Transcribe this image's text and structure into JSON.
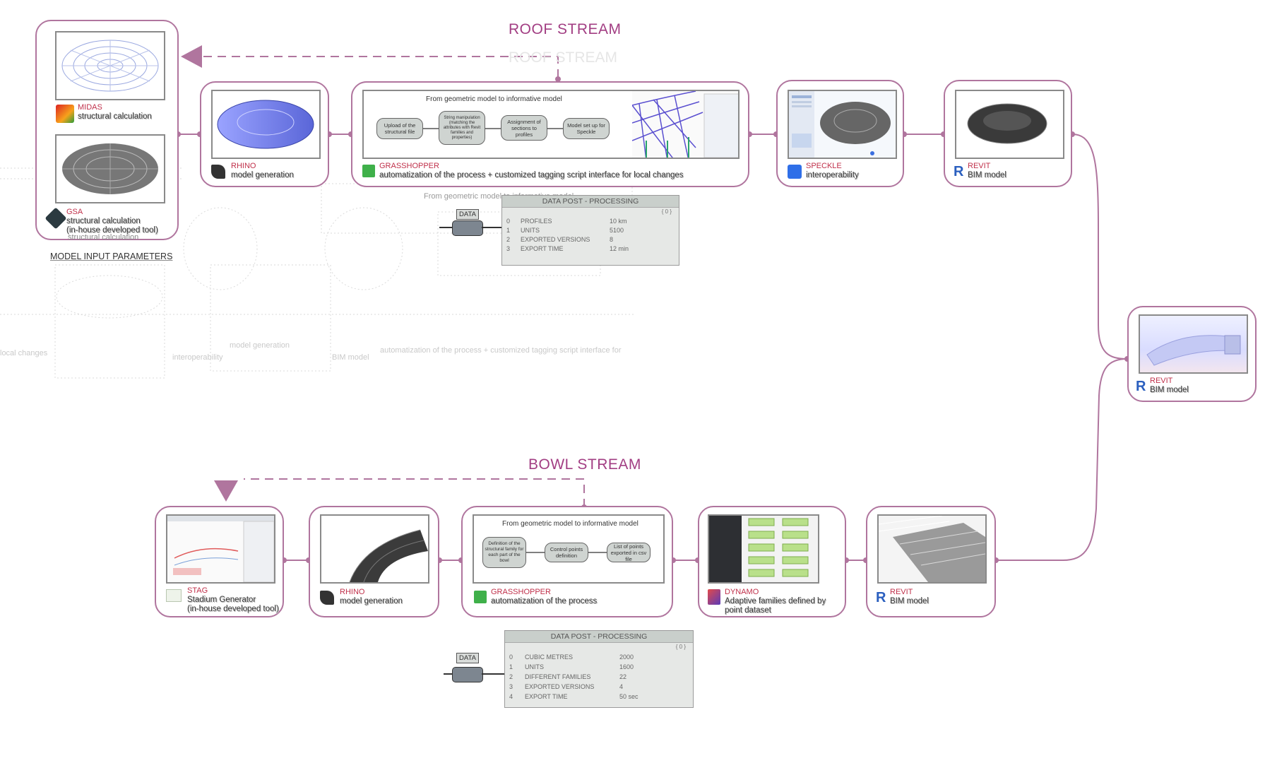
{
  "roof_stream": {
    "title": "ROOF STREAM",
    "midas": {
      "name": "MIDAS",
      "desc": "structural calculation"
    },
    "gsa": {
      "name": "GSA",
      "desc1": "structural calculation",
      "desc2": "(in-house developed tool)"
    },
    "model_input_parameters": "MODEL INPUT PARAMETERS",
    "rhino": {
      "name": "RHINO",
      "desc": "model generation"
    },
    "grasshopper": {
      "name": "GRASSHOPPER",
      "desc": "automatization of the process + customized tagging script interface for local changes",
      "flow_title": "From geometric model to informative model",
      "steps": [
        "Upload of the structural file",
        "String manipulation (matching the attributes with Revit families and properties)",
        "Assignment of sections to profiles",
        "Model set up for Speckle"
      ]
    },
    "speckle": {
      "name": "SPECKLE",
      "desc": "interoperability"
    },
    "revit": {
      "name": "REVIT",
      "desc": "BIM model"
    },
    "data_panel": {
      "label": "DATA",
      "title": "DATA POST - PROCESSING",
      "index_tag": "{ 0 }",
      "rows": [
        {
          "i": "0",
          "k": "PROFILES",
          "v": "10 km"
        },
        {
          "i": "1",
          "k": "UNITS",
          "v": "5100"
        },
        {
          "i": "2",
          "k": "EXPORTED VERSIONS",
          "v": "8"
        },
        {
          "i": "3",
          "k": "EXPORT TIME",
          "v": "12 min"
        }
      ]
    },
    "ghost_texts": [
      "From geometric model to informative model",
      "local changes",
      "interoperability",
      "model generation",
      "BIM model",
      "automatization of the process + customized tagging script interface for",
      "structural calculation",
      "ROOF STREAM"
    ]
  },
  "final_revit": {
    "name": "REVIT",
    "desc": "BIM model"
  },
  "bowl_stream": {
    "title": "BOWL STREAM",
    "stag": {
      "name": "STAG",
      "desc1": "Stadium Generator",
      "desc2": "(in-house developed tool)"
    },
    "rhino": {
      "name": "RHINO",
      "desc": "model generation"
    },
    "grasshopper": {
      "name": "GRASSHOPPER",
      "desc": "automatization of the process",
      "flow_title": "From geometric model to informative model",
      "steps": [
        "Definition of the structural family for each part of the bowl",
        "Control points definition",
        "List of points exported in csv file"
      ]
    },
    "dynamo": {
      "name": "DYNAMO",
      "desc1": "Adaptive families defined by",
      "desc2": "point dataset"
    },
    "revit": {
      "name": "REVIT",
      "desc": "BIM model"
    },
    "data_panel": {
      "label": "DATA",
      "title": "DATA POST - PROCESSING",
      "index_tag": "{ 0 }",
      "rows": [
        {
          "i": "0",
          "k": "CUBIC METRES",
          "v": "2000"
        },
        {
          "i": "1",
          "k": "UNITS",
          "v": "1600"
        },
        {
          "i": "2",
          "k": "DIFFERENT FAMILIES",
          "v": "22"
        },
        {
          "i": "3",
          "k": "EXPORTED VERSIONS",
          "v": "4"
        },
        {
          "i": "4",
          "k": "EXPORT TIME",
          "v": "50 sec"
        }
      ]
    }
  },
  "colors": {
    "accent": "#a23e83",
    "node_border": "#b0759e",
    "tool_name": "#c0304a"
  }
}
